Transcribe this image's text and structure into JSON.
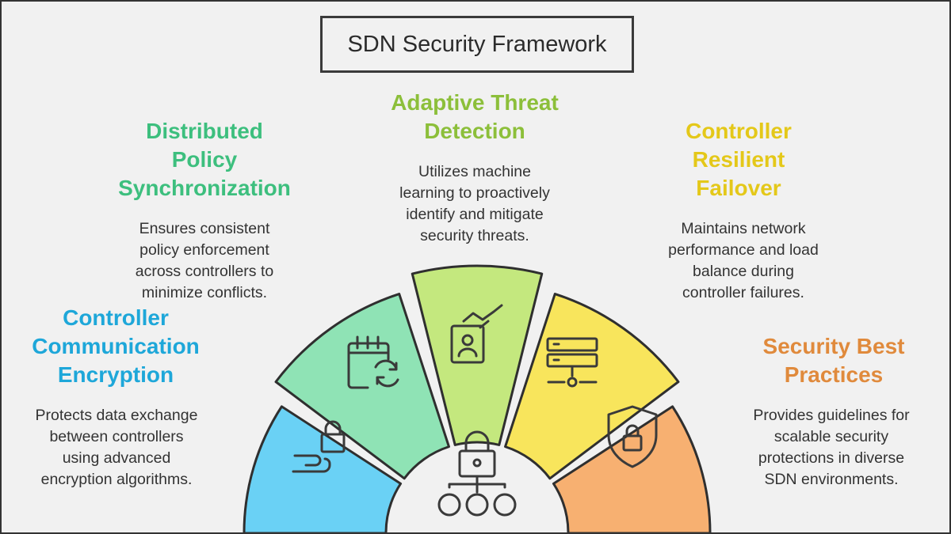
{
  "title": "SDN Security Framework",
  "segments": [
    {
      "id": "encryption",
      "heading_lines": [
        "Controller",
        "Communication",
        "Encryption"
      ],
      "description_lines": [
        "Protects data exchange",
        "between controllers",
        "using advanced",
        "encryption algorithms."
      ],
      "color": "#1ea7d9",
      "fill": "#6ad1f5",
      "icon": "hand-lock-icon"
    },
    {
      "id": "policy",
      "heading_lines": [
        "Distributed",
        "Policy",
        "Synchronization"
      ],
      "description_lines": [
        "Ensures consistent",
        "policy enforcement",
        "across controllers to",
        "minimize conflicts."
      ],
      "color": "#3dbf7e",
      "fill": "#8fe3b5",
      "icon": "calendar-sync-icon"
    },
    {
      "id": "threat",
      "heading_lines": [
        "Adaptive Threat",
        "Detection"
      ],
      "description_lines": [
        "Utilizes machine",
        "learning to proactively",
        "identify and mitigate",
        "security threats."
      ],
      "color": "#8cbf3a",
      "fill": "#c4e87e",
      "icon": "id-badge-hand-icon"
    },
    {
      "id": "failover",
      "heading_lines": [
        "Controller",
        "Resilient",
        "Failover"
      ],
      "description_lines": [
        "Maintains network",
        "performance and load",
        "balance during",
        "controller failures."
      ],
      "color": "#e4c819",
      "fill": "#f8e55c",
      "icon": "server-network-icon"
    },
    {
      "id": "practices",
      "heading_lines": [
        "Security Best",
        "Practices"
      ],
      "description_lines": [
        "Provides guidelines for",
        "scalable security",
        "protections in diverse",
        "SDN environments."
      ],
      "color": "#e08a3c",
      "fill": "#f7b071",
      "icon": "shield-lock-icon"
    }
  ],
  "center_icon": "lock-hierarchy-icon"
}
